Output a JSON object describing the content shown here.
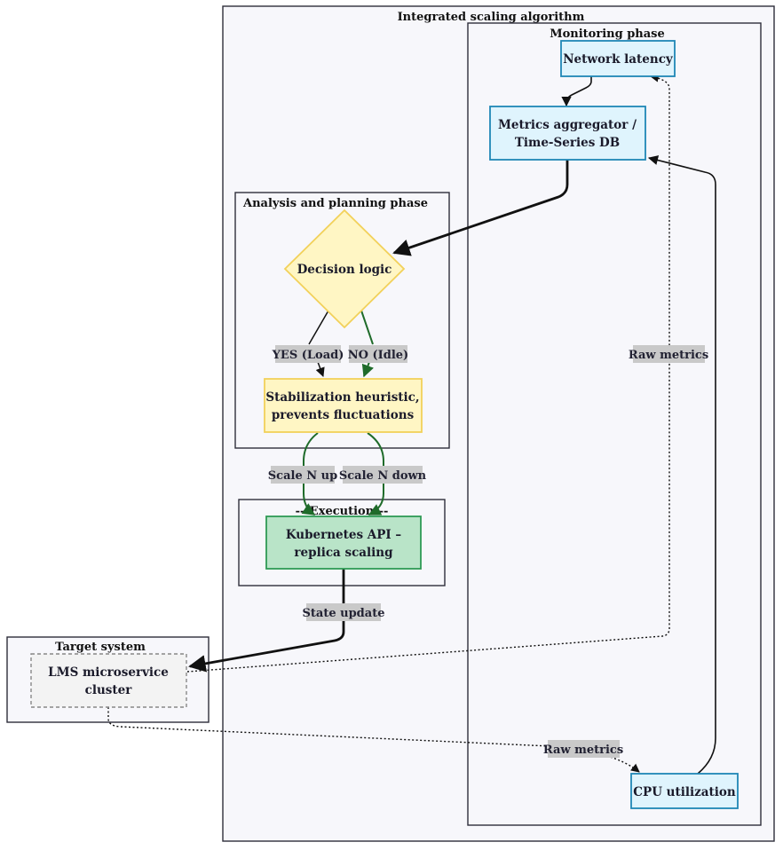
{
  "clusters": {
    "integrated": "Integrated scaling algorithm",
    "monitoring": "Monitoring phase",
    "analysis": "Analysis and planning phase",
    "execution": "---Execution---",
    "target": "Target system"
  },
  "nodes": {
    "network_latency": [
      "Network latency"
    ],
    "metrics_aggregator": [
      "Metrics aggregator /",
      "Time-Series DB"
    ],
    "decision_logic": [
      "Decision logic"
    ],
    "stabilization": [
      "Stabilization heuristic,",
      "prevents fluctuations"
    ],
    "kubernetes_api": [
      "Kubernetes API –",
      "replica scaling"
    ],
    "lms_cluster": [
      "LMS microservice",
      "cluster"
    ],
    "cpu_utilization": [
      "CPU utilization"
    ]
  },
  "edge_labels": {
    "yes_load": "YES (Load)",
    "no_idle": "NO (Idle)",
    "scale_up": "Scale N up",
    "scale_down": "Scale N down",
    "state_update": "State update",
    "raw_metrics_latency": "Raw metrics",
    "raw_metrics_cpu": "Raw metrics"
  },
  "colors": {
    "cluster_fill": "#f7f7fb",
    "cluster_border": "#2e2e3a",
    "monitor_fill": "#dff4fd",
    "monitor_border": "#1f87b6",
    "decision_fill": "#fff6c4",
    "decision_border": "#f2d15a",
    "execution_fill": "#b9e4c8",
    "execution_border": "#2f9a55",
    "target_fill": "#f3f3f3",
    "target_border": "#888888",
    "green_edge": "#1f6b2a",
    "black_edge": "#111111"
  }
}
